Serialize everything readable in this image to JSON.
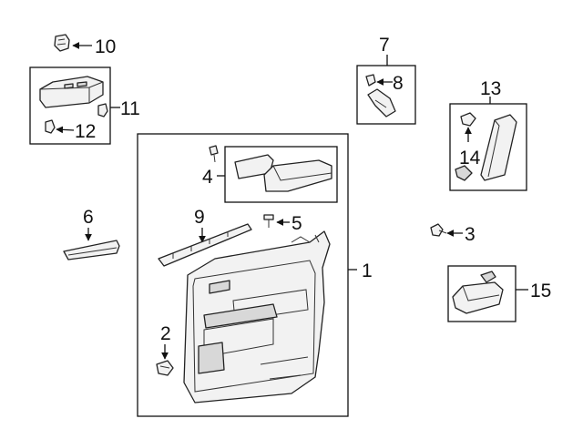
{
  "diagram": {
    "callouts": {
      "c1": "1",
      "c2": "2",
      "c3": "3",
      "c4": "4",
      "c5": "5",
      "c6": "6",
      "c7": "7",
      "c8": "8",
      "c9": "9",
      "c10": "10",
      "c11": "11",
      "c12": "12",
      "c13": "13",
      "c14": "14",
      "c15": "15"
    },
    "colors": {
      "line": "#111111",
      "part_fill": "#f2f2f2",
      "part_shade": "#d8d8d8"
    }
  }
}
